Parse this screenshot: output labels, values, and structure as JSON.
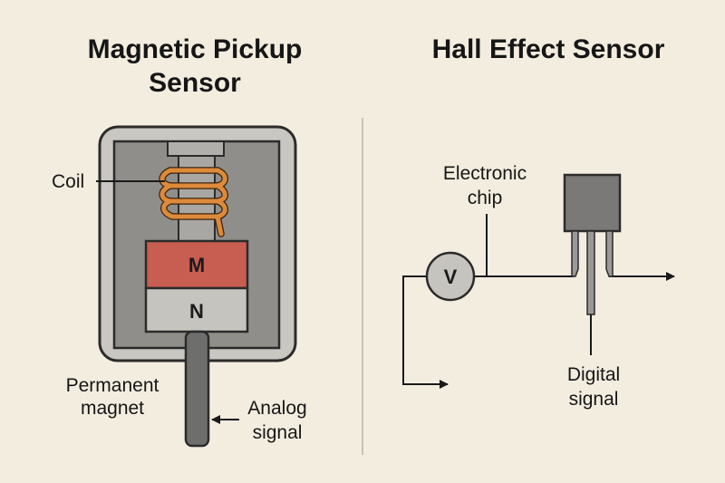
{
  "left": {
    "title_line1": "Magnetic Pickup",
    "title_line2": "Sensor",
    "coil_label": "Coil",
    "magnet_top_letter": "M",
    "magnet_bottom_letter": "N",
    "permanent_magnet_line1": "Permanent",
    "permanent_magnet_line2": "magnet",
    "analog_signal_line1": "Analog",
    "analog_signal_line2": "signal"
  },
  "right": {
    "title": "Hall Effect Sensor",
    "electronic_chip_line1": "Electronic",
    "electronic_chip_line2": "chip",
    "voltmeter_letter": "V",
    "digital_signal_line1": "Digital",
    "digital_signal_line2": "signal"
  },
  "colors": {
    "background": "#f3ede0",
    "housing_outer": "#c9c7c2",
    "housing_inner": "#8f8e8b",
    "coil": "#dd8a3a",
    "magnet_top": "#c85d52",
    "magnet_bottom": "#c6c4bf",
    "rod": "#6e6e6c",
    "chip": "#7a7977"
  }
}
